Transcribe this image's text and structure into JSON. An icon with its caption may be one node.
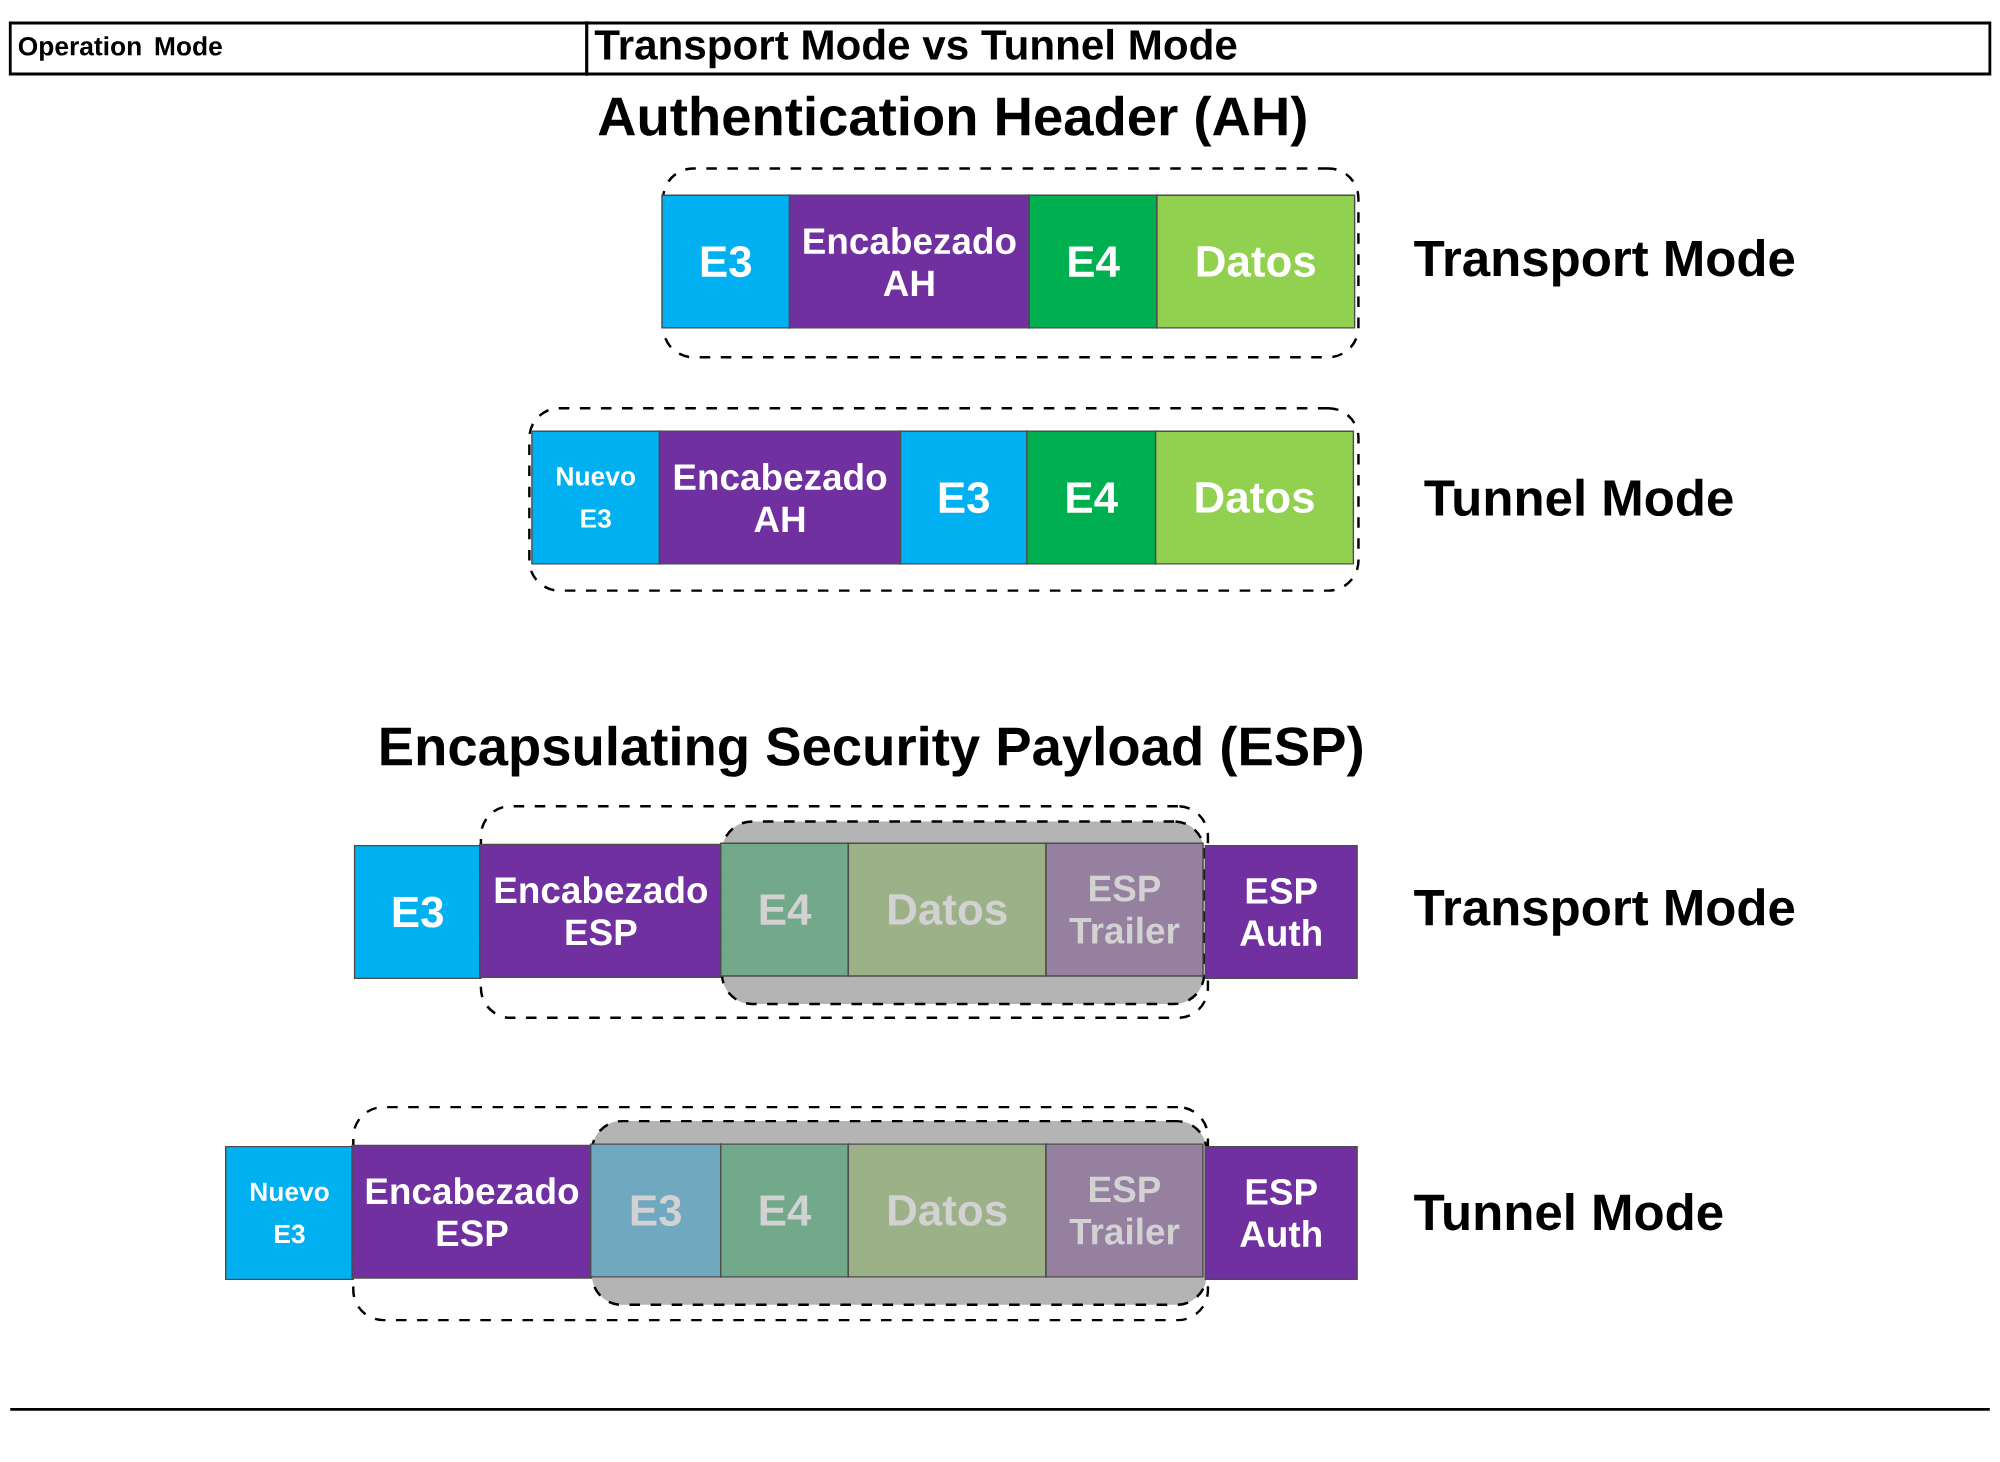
{
  "diagram": {
    "nodes": [
      {
        "text": [
          "Operation Mode"
        ]
      },
      {
        "text": [
          "Transport Mode vs Tunnel Mode"
        ]
      },
      {
        "text": [],
        "shape": "box"
      },
      {
        "text": [
          "E3"
        ],
        "in": 2
      },
      {
        "text": [
          "Encabezado AH"
        ],
        "in": 2
      },
      {
        "text": [
          "E4"
        ],
        "in": 2
      },
      {
        "text": [
          "Datos"
        ],
        "in": 2
      },
      {
        "text": [],
        "shape": "box"
      },
      {
        "text": [
          "Nuevo E3"
        ],
        "in": 7
      },
      {
        "text": [
          "Encabezado AH"
        ],
        "in": 7
      },
      {
        "text": [
          "E3"
        ],
        "in": 7
      },
      {
        "text": [
          "E4"
        ],
        "in": 7
      },
      {
        "text": [
          "Datos"
        ],
        "in": 7
      },
      {
        "text": [
          "E3"
        ]
      },
      {
        "text": [],
        "shape": "box"
      },
      {
        "text": [
          "Encabezado ESP"
        ],
        "in": 14
      },
      {
        "text": [],
        "shape": "box",
        "in": 14
      },
      {
        "text": [
          "E4"
        ],
        "in": 16
      },
      {
        "text": [
          "Datos"
        ],
        "in": 16
      },
      {
        "text": [
          "ESP Trailer"
        ],
        "in": 16
      },
      {
        "text": [
          "ESP Auth"
        ]
      },
      {
        "text": [
          "Nuevo E3"
        ]
      },
      {
        "text": [],
        "shape": "box"
      },
      {
        "text": [
          "Encabezado ESP"
        ],
        "in": 22
      },
      {
        "text": [],
        "shape": "box",
        "in": 22
      },
      {
        "text": [
          "E3"
        ],
        "in": 24
      },
      {
        "text": [
          "E4"
        ],
        "in": 24
      },
      {
        "text": [
          "Datos"
        ],
        "in": 24
      },
      {
        "text": [
          "ESP Trailer"
        ],
        "in": 24
      },
      {
        "text": [
          "ESP Auth"
        ]
      }
    ],
    "labels": [
      "Authentication Header (AH)",
      "Transport Mode",
      "Tunnel Mode",
      "Encapsulating Security Payload (ESP)",
      "Transport Mode",
      "Tunnel Mode"
    ]
  }
}
